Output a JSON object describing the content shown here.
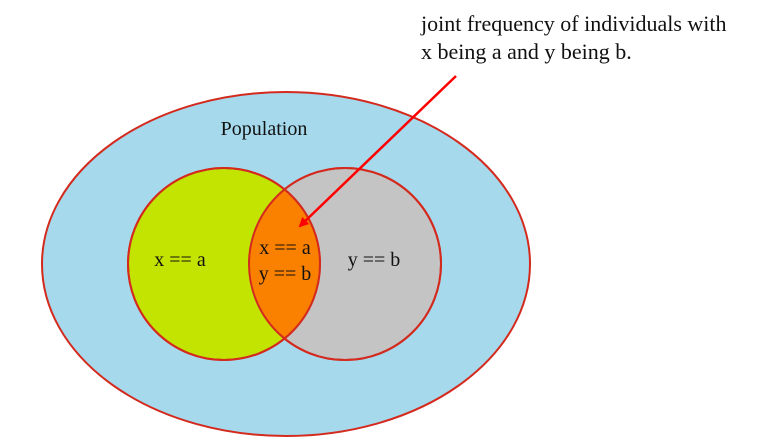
{
  "annotation": {
    "line1": "joint frequency of individuals with",
    "line2": "x being a and y being b."
  },
  "labels": {
    "population": "Population",
    "set_x": "x == a",
    "set_y": "y == b",
    "intersection_line1": "x == a",
    "intersection_line2": "y == b"
  },
  "colors": {
    "population_fill": "#a6d9ec",
    "set_x_fill": "#c2e400",
    "set_y_fill": "#c4c4c4",
    "intersection_fill": "#fa8000",
    "outline": "#d42a1e",
    "arrow": "#ff0000"
  }
}
